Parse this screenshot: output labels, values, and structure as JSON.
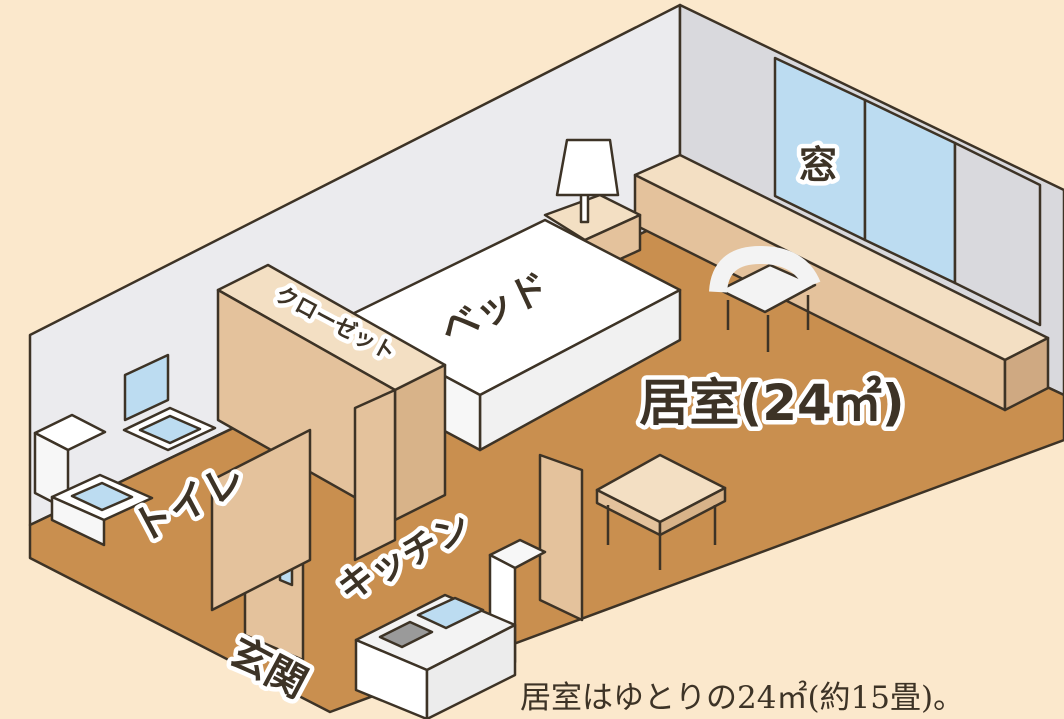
{
  "labels": {
    "window": "窓",
    "bed": "ベッド",
    "closet": "クローゼット",
    "living_room": "居室(24㎡)",
    "toilet": "トイレ",
    "kitchen": "キッチン",
    "entrance": "玄関"
  },
  "caption": "居室はゆとりの24㎡(約15畳)。",
  "colors": {
    "background": "#fbe8cc",
    "floor": "#c98f4f",
    "wall": "#ebebee",
    "furniture": "#e4c29c",
    "window_glass": "#bcdcf1",
    "outline": "#3d3326"
  }
}
